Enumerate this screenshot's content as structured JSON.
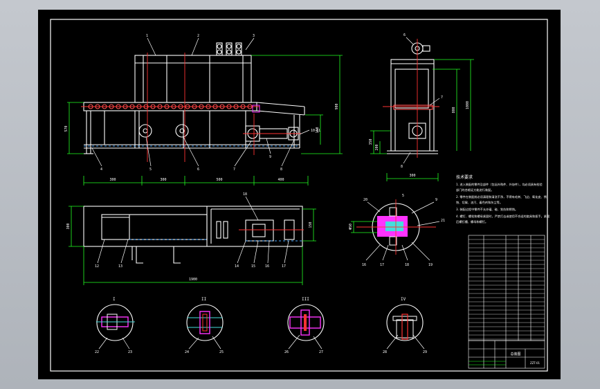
{
  "drawing": {
    "background": "#000000",
    "frame_color": "#ffffff",
    "dimension_color": "#22ff22",
    "center_line_color": "#ff3333",
    "accent_color": "#ff33ff",
    "cyan_color": "#44dddd"
  },
  "front_view": {
    "balloons": [
      "1",
      "2",
      "3",
      "4",
      "5",
      "6",
      "7",
      "8",
      "9",
      "10",
      "11"
    ],
    "dims_bottom": [
      "300",
      "300",
      "500",
      "400"
    ],
    "dim_height_total": "900",
    "dim_left": "570",
    "dim_right": "150"
  },
  "side_view": {
    "balloons": [
      "6",
      "7",
      "8"
    ],
    "dim_total": "1000",
    "dim_mid": "800",
    "dim_left_a": "350",
    "dim_left_b": "200",
    "dim_bottom": "300"
  },
  "top_view": {
    "balloons": [
      "12",
      "13",
      "14",
      "15",
      "16",
      "17",
      "18"
    ],
    "dim_overall": "1900",
    "dim_left": "300",
    "dim_right": "150"
  },
  "detail_circle": {
    "top_labels": [
      "5",
      "9"
    ],
    "bottom_labels": [
      "16",
      "17",
      "18",
      "19"
    ],
    "side_labels": [
      "20",
      "21"
    ],
    "dim": "Φ50"
  },
  "sections": [
    {
      "title": "I",
      "labels": [
        "22",
        "23"
      ]
    },
    {
      "title": "II",
      "labels": [
        "24",
        "25"
      ]
    },
    {
      "title": "III",
      "labels": [
        "26",
        "27"
      ]
    },
    {
      "title": "IV",
      "labels": [
        "28",
        "29"
      ]
    }
  ],
  "notes": {
    "title": "技术要求",
    "lines": [
      "1. 进入装配的零件及部件（包括外购件、外协件），均必须具有检验",
      "部门的合格证方能进行装配。",
      "2. 零件在装配前必须清理和清洗干净，不得有毛刺、飞边、氧化皮、锈",
      "蚀、切屑、油污、着色剂和灰尘等。",
      "3. 装配过程中零件不允许磕、碰、划伤和锈蚀。",
      "4. 螺钉、螺栓和螺母紧固时，严禁打击或使用不合适的旋具和扳手。紧固",
      "后螺钉槽、螺母和螺钉。"
    ]
  },
  "title_block": {
    "drawing_name": "总装图",
    "drawing_no": "ZZT-01"
  }
}
